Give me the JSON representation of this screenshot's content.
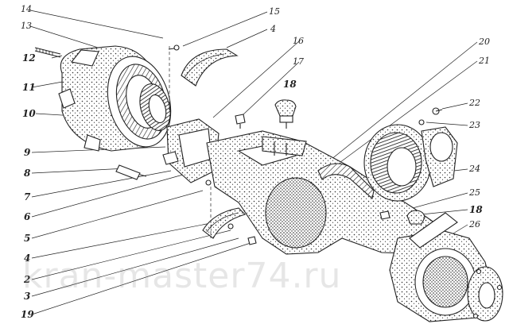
{
  "callouts": {
    "c14": "14",
    "c13": "13",
    "c12": "12",
    "c11": "11",
    "c10": "10",
    "c9": "9",
    "c8": "8",
    "c7": "7",
    "c6": "6",
    "c5": "5",
    "c4l": "4",
    "c2": "2",
    "c3": "3",
    "c19": "19",
    "c15": "15",
    "c4r": "4",
    "c16": "16",
    "c17": "17",
    "c18": "18",
    "c20": "20",
    "c21": "21",
    "c22": "22",
    "c23": "23",
    "c24": "24",
    "c25": "25",
    "c18b": "18",
    "c26": "26"
  },
  "watermark": "kran-master74.ru",
  "colors": {
    "ink": "#222222",
    "paper": "#ffffff",
    "watermark": "#8c8c8c"
  }
}
